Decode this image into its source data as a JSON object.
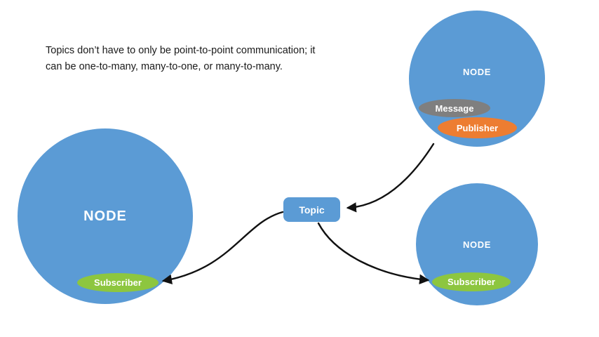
{
  "description": {
    "lines": [
      "Topics don’t have to only be point-to-point communication; it",
      "can be one-to-many, many-to-one, or many-to-many."
    ]
  },
  "topic": {
    "label": "Topic"
  },
  "nodes": {
    "left": {
      "label": "NODE",
      "subscriber": "Subscriber"
    },
    "top_right": {
      "label": "NODE",
      "message": "Message",
      "publisher": "Publisher"
    },
    "bottom_right": {
      "label": "NODE",
      "subscriber": "Subscriber"
    }
  },
  "colors": {
    "node-blue": "#5B9BD5",
    "message-gray": "#7F7F7F",
    "publisher-orange": "#ED7D31",
    "subscriber-green": "#8DC63F",
    "arrow-black": "#111111",
    "text-black": "#1a1a1a",
    "background": "#FFFFFF"
  }
}
